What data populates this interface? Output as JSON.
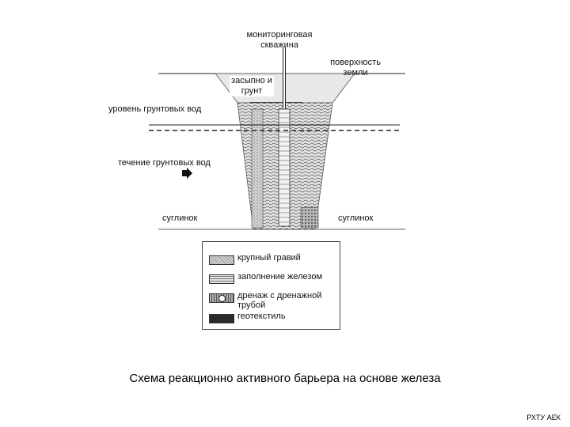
{
  "labels": {
    "monitoring_well": "мониторинговая скважина",
    "ground_surface": "поверхность земли",
    "backfill": "засыпно и грунт",
    "groundwater_level": "уровень грунтовых вод",
    "groundwater_flow": "течение грунтовых вод",
    "loam_left": "суглинок",
    "loam_right": "суглинок"
  },
  "legend": [
    {
      "label": "крупный гравий",
      "pattern": "gravel"
    },
    {
      "label": "заполнение железом",
      "pattern": "iron"
    },
    {
      "label": "дренаж с дренажной трубой",
      "pattern": "drain"
    },
    {
      "label": "геотекстиль",
      "pattern": "geotextile"
    }
  ],
  "caption": "Схема реакционно активного барьера на основе железа",
  "footer": "РХТУ АЕК",
  "colors": {
    "ink": "#111111",
    "gravel": "#c8c8c8",
    "iron": "#9a9a9a",
    "geotextile": "#2a2a2a"
  }
}
